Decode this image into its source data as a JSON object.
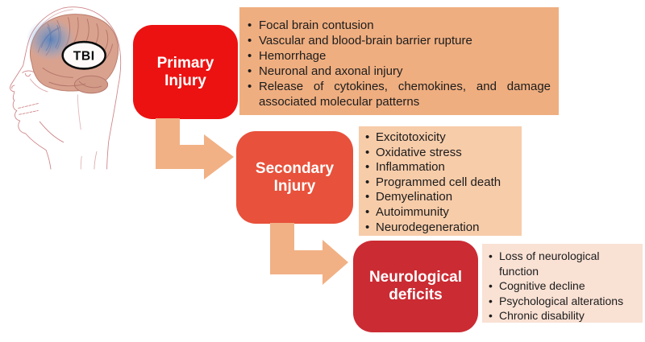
{
  "ui": {
    "bullet": "•"
  },
  "illustration": {
    "label": "TBI"
  },
  "flow": {
    "arrow_color": "#f1b185",
    "stages": [
      {
        "title": "Primary Injury",
        "box_color": "#ec1212",
        "panel_color": "#efae80",
        "items": [
          "Focal brain contusion",
          "Vascular and blood-brain barrier rupture",
          "Hemorrhage",
          "Neuronal and axonal injury",
          "Release of cytokines, chemokines, and damage associated molecular patterns"
        ]
      },
      {
        "title": "Secondary Injury",
        "box_color": "#e8513b",
        "panel_color": "#f7cca9",
        "items": [
          "Excitotoxicity",
          "Oxidative stress",
          "Inflammation",
          "Programmed cell death",
          "Demyelination",
          "Autoimmunity",
          "Neurodegeneration"
        ]
      },
      {
        "title": "Neurological deficits",
        "box_color": "#cb2b33",
        "panel_color": "#f9e1d4",
        "items": [
          "Loss of neurological function",
          "Cognitive decline",
          "Psychological alterations",
          "Chronic disability"
        ]
      }
    ]
  }
}
